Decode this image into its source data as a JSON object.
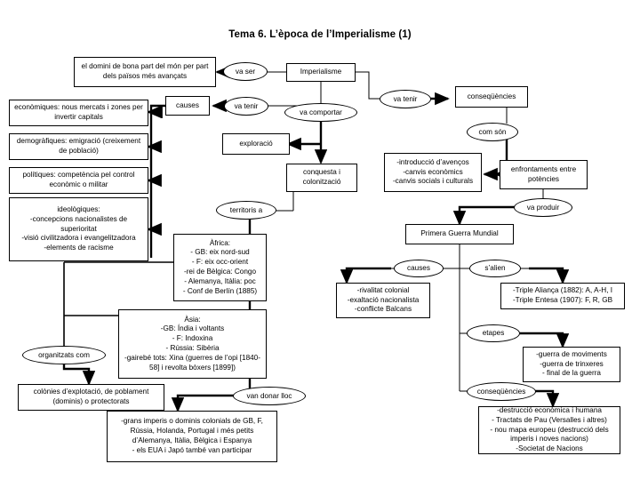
{
  "title": "Tema 6. L’època de l’Imperialisme (1)",
  "nodes": {
    "dominion": "el domini de bona part del món per part dels països més avançats",
    "imperialisme": "Imperialisme",
    "causes": "causes",
    "economiques": "econòmiques: nous mercats i zones per invertir capitals",
    "demografiques": "demogràfiques: emigració (creixement de població)",
    "politiques": "polítiques: competència pel control econòmic o militar",
    "ideologiques": "ideològiques:\n-concepcions nacionalistes de superioritat\n-visió civilitzadora i evangelitzadora\n-elements de racisme",
    "exploracio": "exploració",
    "conquesta": "conquesta i colonització",
    "africa": "Àfrica:\n- GB: eix nord-sud\n- F: eix occ-orient\n-rei de Bèlgica: Congo\n- Alemanya, Itàlia: poc\n- Conf de Berlín (1885)",
    "asia": "Àsia:\n-GB: Índia i voltants\n- F: Indoxina\n- Rússia: Sibèria\n-gairebé tots: Xina (guerres de l’opi [1840-58] i revolta bòxers [1899])",
    "colonies": "colònies d’explotació, de poblament (dominis) o protectorats",
    "imperis": "-grans imperis o dominis colonials de GB, F, Rússia, Holanda, Portugal i més petits d’Alemanya, Itàlia, Bèlgica i Espanya\n- els EUA i Japó també van participar",
    "consequencies": "conseqüències",
    "introduccio": "-introducció d’avenços\n-canvis econòmics\n-canvis socials i culturals",
    "enfrontaments": "enfrontaments entre potències",
    "pgm": "Primera Guerra Mundial",
    "causes_pgm": "-rivalitat colonial\n-exaltació nacionalista\n-conflicte Balcans",
    "aliances": "-Triple Aliança (1882): A, A-H, I\n-Triple Entesa (1907): F, R, GB",
    "etapes_box": "-guerra de moviments\n-guerra de trinxeres\n- final de la guerra",
    "consequencies_pgm": "-destrucció econòmica i humana\n- Tractats de Pau (Versalles i altres)\n- nou mapa europeu (destrucció dels imperis i noves nacions)\n-Societat de Nacions"
  },
  "connectors": {
    "va_ser": "va ser",
    "va_tenir_left": "va tenir",
    "va_comportar": "va comportar",
    "territoris_a": "territoris a",
    "organitzats_com": "organitzats com",
    "van_donar_lloc": "van donar lloc",
    "va_tenir_right": "va tenir",
    "com_son": "com són",
    "va_produir": "va produir",
    "causes_ell": "causes",
    "salien": "s’alien",
    "etapes": "etapes",
    "consequencies_ell": "conseqüències"
  },
  "colors": {
    "stroke": "#000000",
    "background": "#ffffff"
  }
}
